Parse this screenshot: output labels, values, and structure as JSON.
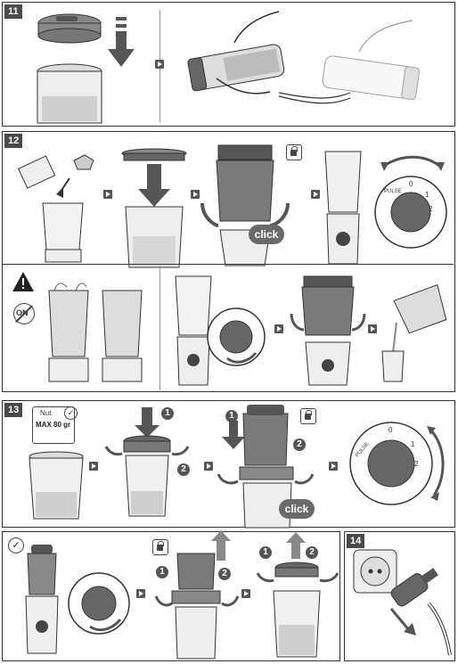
{
  "steps": {
    "s11": "11",
    "s12": "12",
    "s13": "13",
    "s14": "14"
  },
  "labels": {
    "click_1": "click",
    "click_2": "click",
    "on_label": "ON",
    "nut_label": "Nut",
    "max_label": "MAX 80 gr",
    "pulse": "PULSE",
    "dial_0": "0",
    "dial_1": "1",
    "dial_2": "2"
  },
  "numbers": {
    "one": "1",
    "two": "2"
  },
  "colors": {
    "frame": "#333333",
    "badge": "#4a4a4a",
    "accent": "#6a6a6a"
  }
}
